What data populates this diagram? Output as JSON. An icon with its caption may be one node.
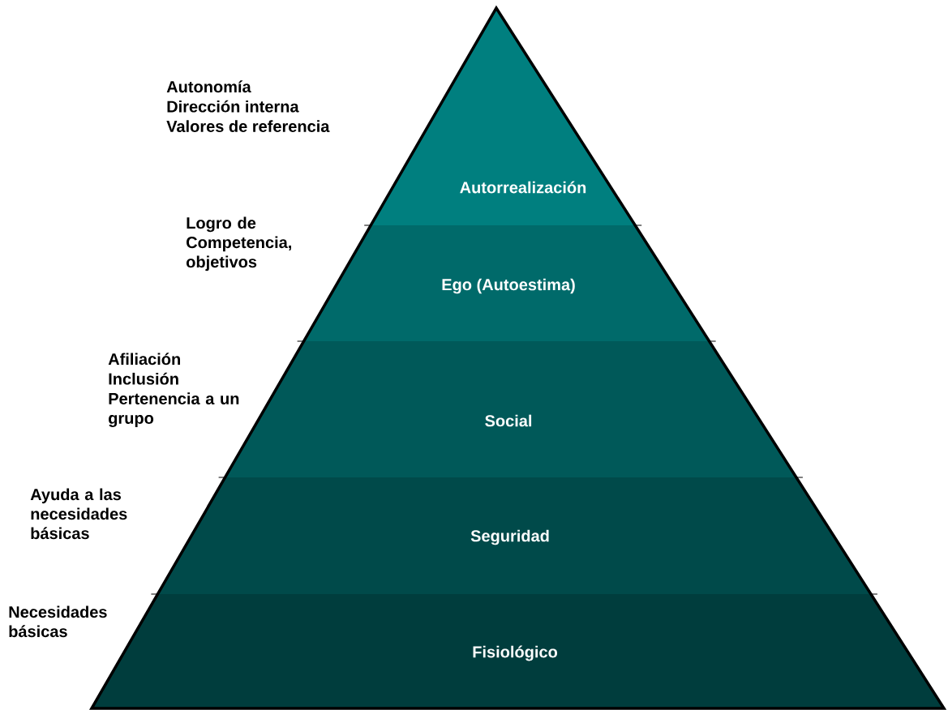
{
  "diagram": {
    "nodes": [
      {
        "text": [
          "Autorrealización"
        ],
        "beside": [
          "Autonomía",
          "Dirección interna",
          "Valores de referencia"
        ]
      },
      {
        "text": [
          "Ego (Autoestima)"
        ],
        "beside": [
          "Logro de Competencia, objetivos"
        ]
      },
      {
        "text": [
          "Social"
        ],
        "beside": [
          "Afiliación",
          "Inclusión",
          "Pertenencia a un grupo"
        ]
      },
      {
        "text": [
          "Seguridad"
        ],
        "beside": [
          "Ayuda a las necesidades básicas"
        ]
      },
      {
        "text": [
          "Fisiológico"
        ],
        "beside": [
          "Necesidades básicas"
        ]
      }
    ]
  }
}
